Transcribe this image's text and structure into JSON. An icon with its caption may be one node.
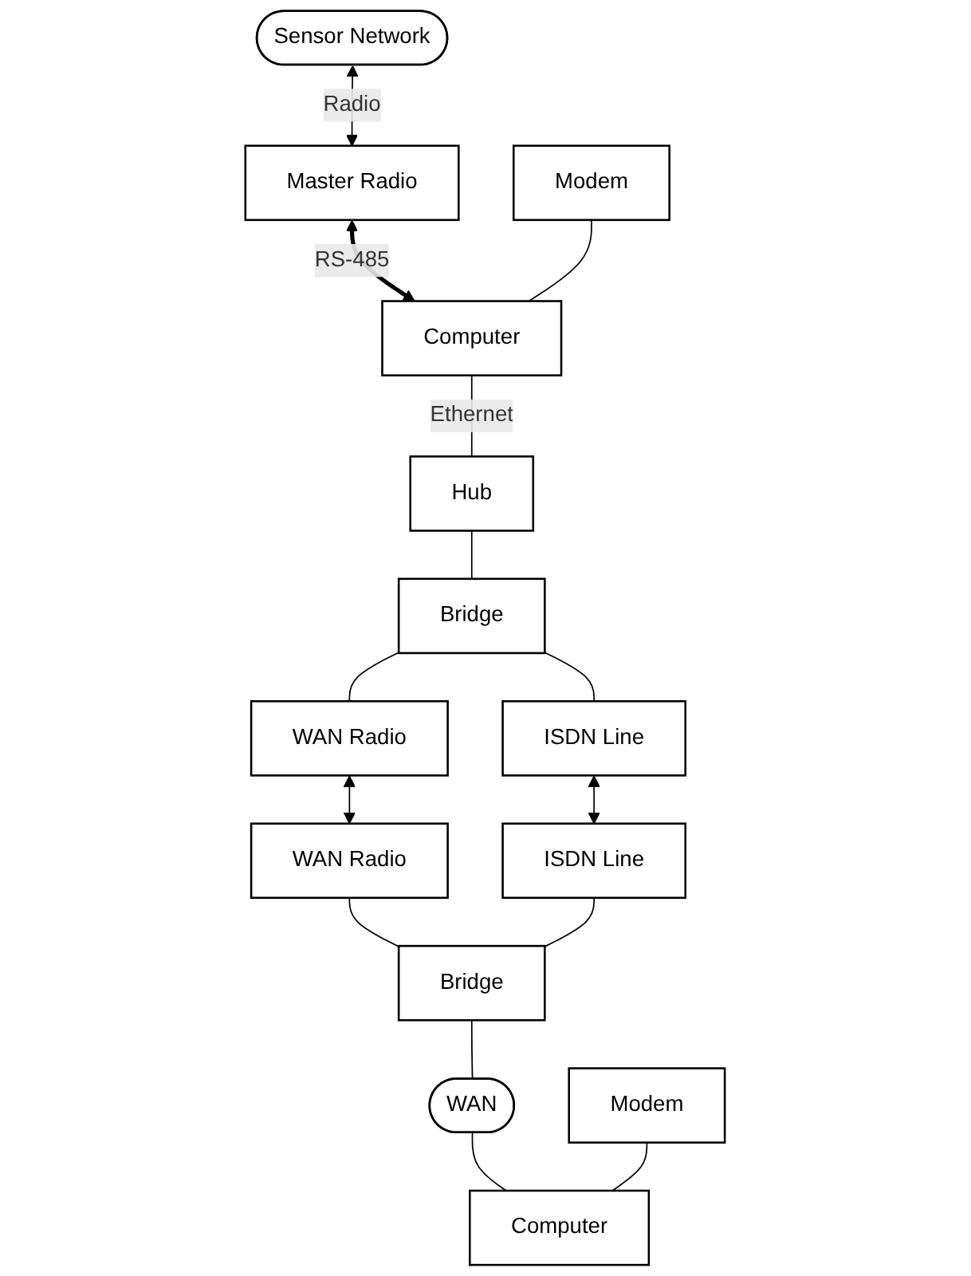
{
  "diagram": {
    "nodes": [
      {
        "text": [
          "Sensor Network"
        ]
      },
      {
        "text": [
          "Master Radio"
        ]
      },
      {
        "text": [
          "Modem"
        ]
      },
      {
        "text": [
          "Computer"
        ]
      },
      {
        "text": [
          "Hub"
        ]
      },
      {
        "text": [
          "Bridge"
        ]
      },
      {
        "text": [
          "WAN Radio"
        ]
      },
      {
        "text": [
          "ISDN Line"
        ]
      },
      {
        "text": [
          "WAN Radio"
        ]
      },
      {
        "text": [
          "ISDN Line"
        ]
      },
      {
        "text": [
          "Bridge"
        ]
      },
      {
        "text": [
          "WAN"
        ]
      },
      {
        "text": [
          "Modem"
        ]
      },
      {
        "text": [
          "Computer"
        ]
      }
    ],
    "edges": [
      {
        "from": 0,
        "to": 1,
        "arrow": "both",
        "label": "Radio"
      },
      {
        "from": 1,
        "to": 3,
        "arrow": "both",
        "label": "RS-485",
        "style": "thick"
      },
      {
        "from": 2,
        "to": 3,
        "arrow": "none"
      },
      {
        "from": 3,
        "to": 4,
        "arrow": "none",
        "label": "Ethernet"
      },
      {
        "from": 4,
        "to": 5,
        "arrow": "none"
      },
      {
        "from": 5,
        "to": 6,
        "arrow": "none"
      },
      {
        "from": 5,
        "to": 7,
        "arrow": "none"
      },
      {
        "from": 6,
        "to": 8,
        "arrow": "both"
      },
      {
        "from": 7,
        "to": 9,
        "arrow": "both"
      },
      {
        "from": 8,
        "to": 10,
        "arrow": "none"
      },
      {
        "from": 9,
        "to": 10,
        "arrow": "none"
      },
      {
        "from": 10,
        "to": 11,
        "arrow": "none"
      },
      {
        "from": 11,
        "to": 13,
        "arrow": "none"
      },
      {
        "from": 12,
        "to": 13,
        "arrow": "none"
      }
    ]
  }
}
